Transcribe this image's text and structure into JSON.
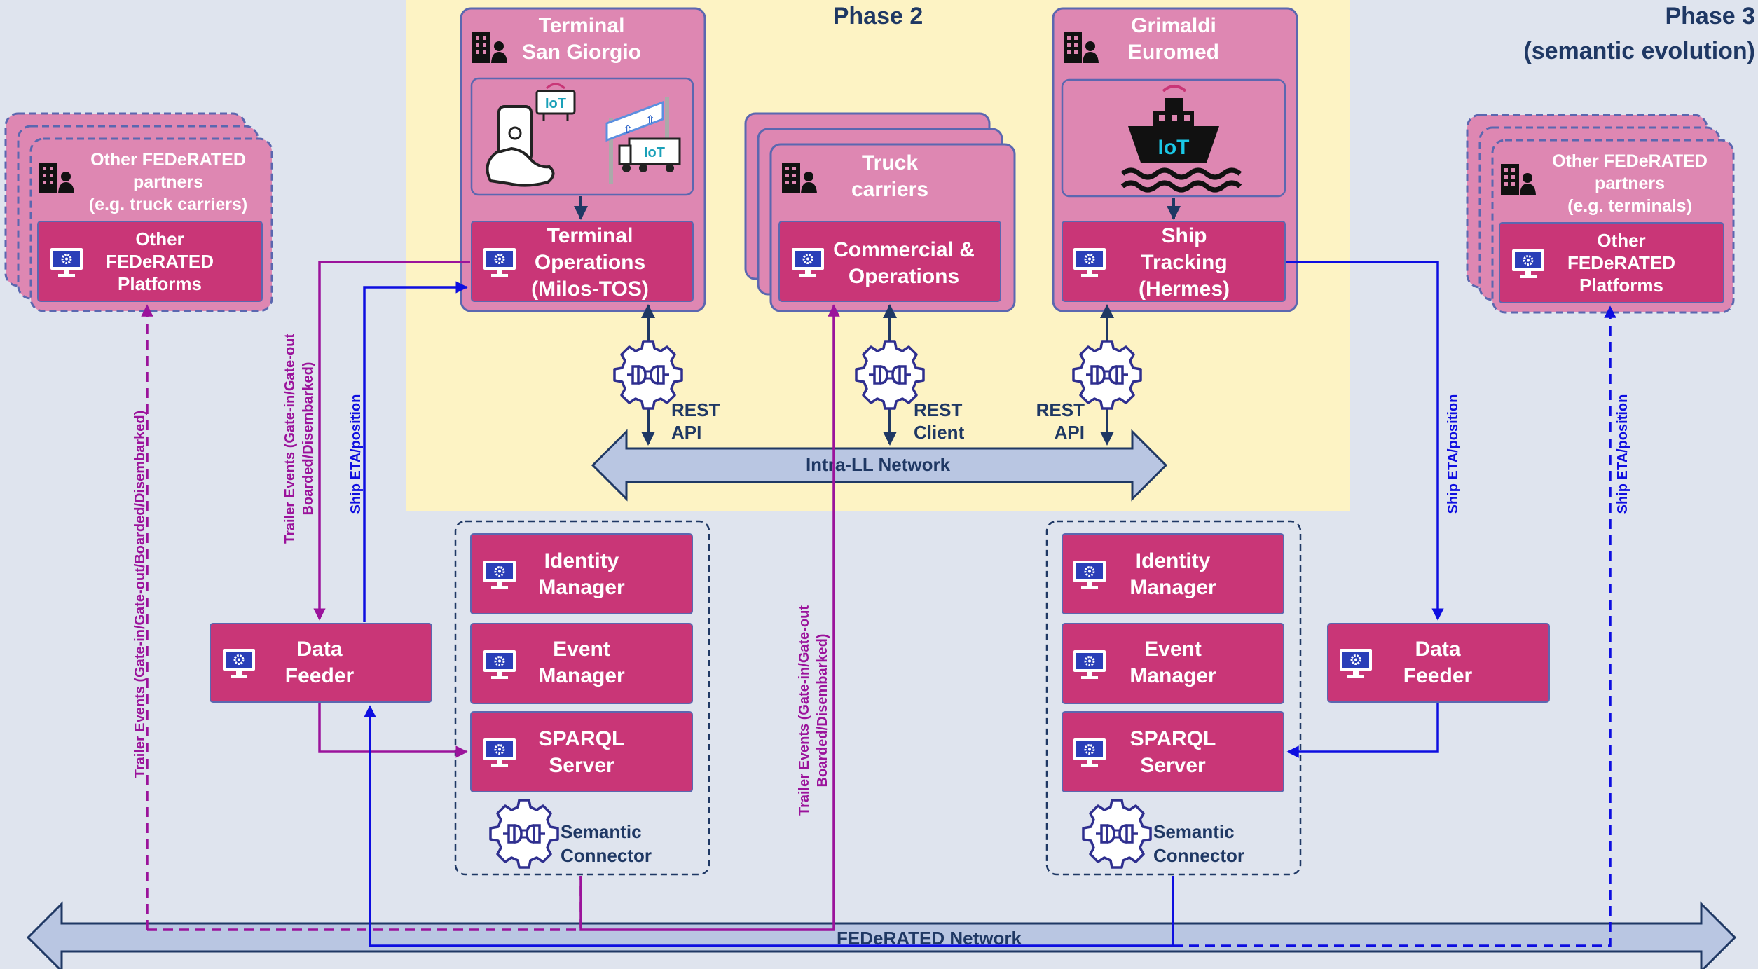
{
  "phases": {
    "phase2": "Phase 2",
    "phase3_line1": "Phase 3",
    "phase3_line2": "(semantic evolution)"
  },
  "terminal": {
    "name_line1": "Terminal",
    "name_line2": "San Giorgio",
    "iot_label_1": "IoT",
    "iot_label_2": "IoT",
    "app_line1": "Terminal",
    "app_line2": "Operations",
    "app_line3": "(Milos-TOS)"
  },
  "truck": {
    "name_line1": "Truck",
    "name_line2": "carriers",
    "app_line1": "Commercial &",
    "app_line2": "Operations"
  },
  "grimaldi": {
    "name_line1": "Grimaldi",
    "name_line2": "Euromed",
    "iot_label": "IoT",
    "app_line1": "Ship",
    "app_line2": "Tracking",
    "app_line3": "(Hermes)"
  },
  "apis": {
    "left_line1": "REST",
    "left_line2": "API",
    "mid_line1": "REST",
    "mid_line2": "Client",
    "right_line1": "REST",
    "right_line2": "API"
  },
  "networks": {
    "intra": "Intra-LL Network",
    "federated": "FEDeRATED Network"
  },
  "other_left": {
    "line1": "Other FEDeRATED",
    "line2": "partners",
    "line3": "(e.g. truck carriers)",
    "platform_line1": "Other",
    "platform_line2": "FEDeRATED",
    "platform_line3": "Platforms"
  },
  "other_right": {
    "line1": "Other FEDeRATED",
    "line2": "partners",
    "line3": "(e.g. terminals)",
    "platform_line1": "Other",
    "platform_line2": "FEDeRATED",
    "platform_line3": "Platforms"
  },
  "node_left": {
    "identity_line1": "Identity",
    "identity_line2": "Manager",
    "event_line1": "Event",
    "event_line2": "Manager",
    "sparql_line1": "SPARQL",
    "sparql_line2": "Server",
    "connector_line1": "Semantic",
    "connector_line2": "Connector"
  },
  "node_right": {
    "identity_line1": "Identity",
    "identity_line2": "Manager",
    "event_line1": "Event",
    "event_line2": "Manager",
    "sparql_line1": "SPARQL",
    "sparql_line2": "Server",
    "connector_line1": "Semantic",
    "connector_line2": "Connector"
  },
  "feeders": {
    "left_line1": "Data",
    "left_line2": "Feeder",
    "right_line1": "Data",
    "right_line2": "Feeder"
  },
  "flows": {
    "trailer_a_line1": "Trailer Events (Gate-in/Gate-out",
    "trailer_a_line2": "Boarded/Disembarked)",
    "ship_left": "Ship ETA/position",
    "trailer_far_left": "Trailer Events (Gate-in/Gate-out/Boarded/Disembarked)",
    "trailer_mid_line1": "Trailer Events (Gate-in/Gate-out",
    "trailer_mid_line2": "Boarded/Disembarked)",
    "ship_right": "Ship ETA/position",
    "ship_far_right": "Ship ETA/position"
  },
  "colors": {
    "background": "#dfe4ee",
    "phase2_band": "#fdf3c4",
    "org_box": "#de87b2",
    "app_box": "#c93677",
    "border": "#5b67b0",
    "navy_text": "#1f3864",
    "purple_flow": "#9b139b",
    "blue_flow": "#0e0ee0",
    "network_fill": "#b9c6e2"
  },
  "icons": [
    "building-person-icon",
    "monitor-gear-icon",
    "plug-gear-icon",
    "iot-device-icon",
    "ship-iot-icon",
    "smartphone-hand-icon",
    "truck-iot-icon"
  ]
}
